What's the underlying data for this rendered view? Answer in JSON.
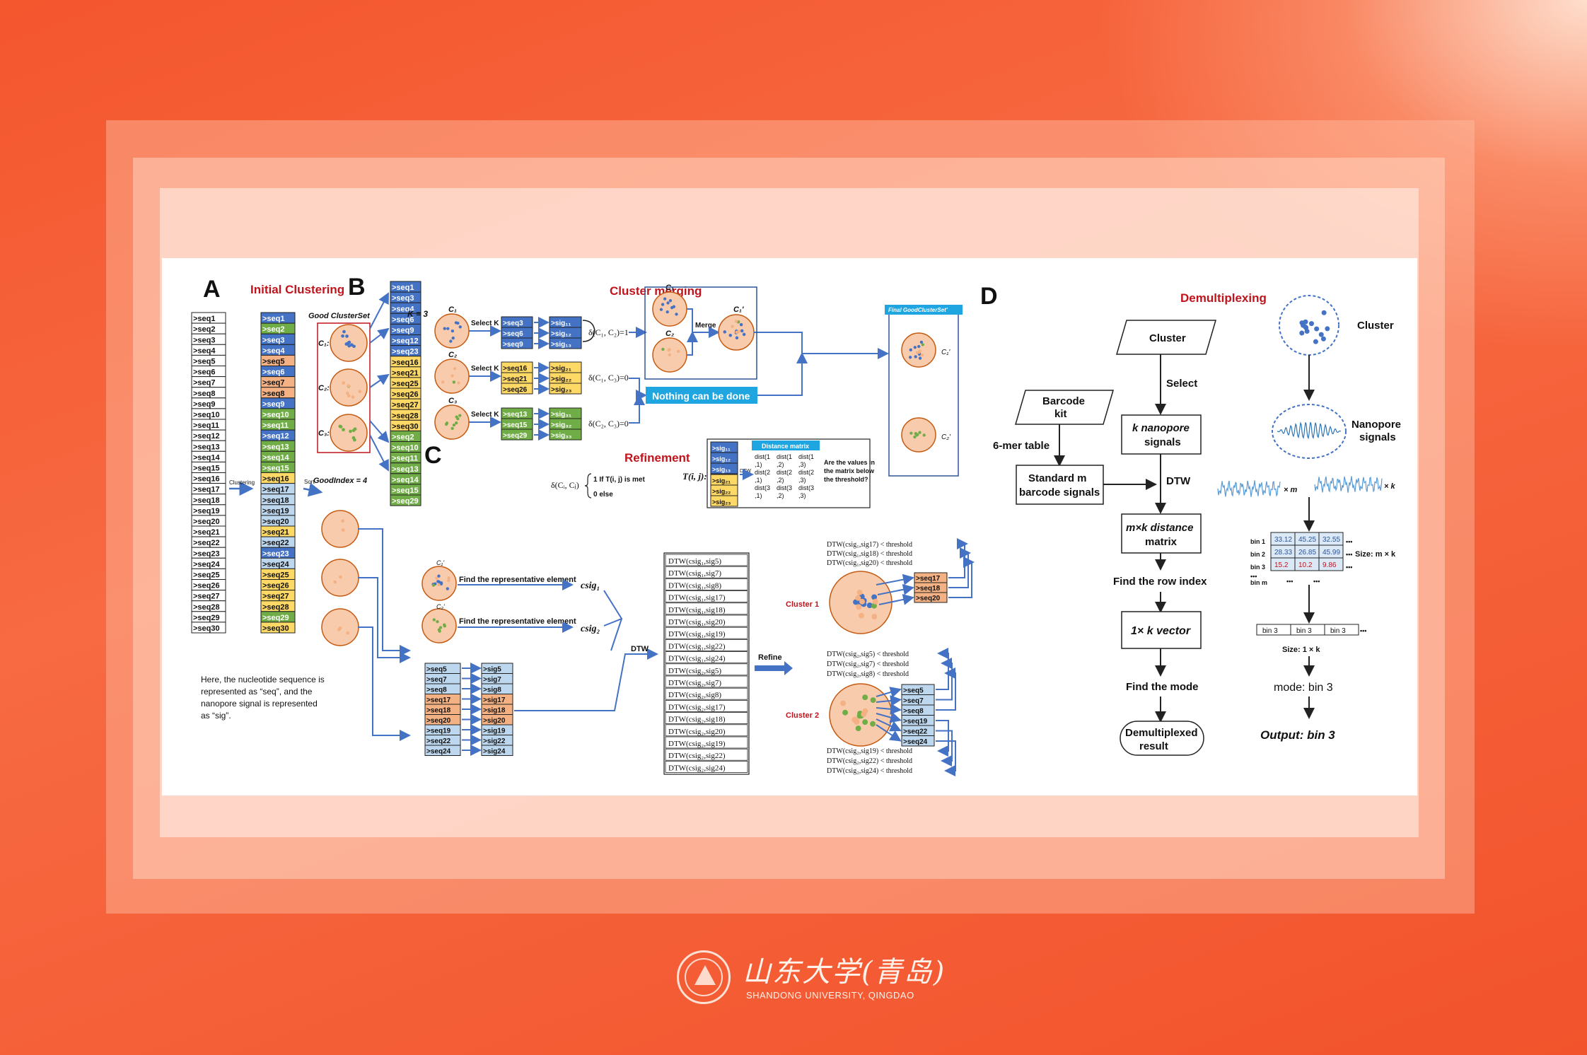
{
  "panels": {
    "a": {
      "letter": "A",
      "title": "Initial Clustering",
      "good_cluster_set": "Good ClusterSet",
      "good_index": "GoodIndex = 4",
      "arrow_clustering": "Clustering",
      "arrow_sort": "Sort",
      "c1": "C₁:",
      "c2": "C₂:",
      "c3": "C₃:",
      "note": [
        "Here, the nucleotide sequence is",
        "represented as “seq”, and the",
        "nanopore signal is represented",
        "as “sig”."
      ]
    },
    "b": {
      "letter": "B",
      "title": "Cluster merging",
      "k_eq": "K = 3",
      "select_k": "Select K",
      "merge": "Merge",
      "nothing": "Nothing can be done",
      "delta12": "δ(C₁, C₂)=1",
      "delta13": "δ(C₁, C₃)=0",
      "delta23": "δ(C₂, C₃)=0",
      "delta_def": "δ(Cᵢ, Cⱼ)",
      "cond_met": "1   If T(i, j) is met",
      "cond_else": "0   else",
      "t_ij": "T(i, j):",
      "dtw": "DTW",
      "distance_matrix": "Distance matrix",
      "question": [
        "Are the values in",
        "the matrix below",
        "the threshold?"
      ],
      "final_set": "Final GoodClusterSet'",
      "c1": "C₁",
      "c2": "C₂",
      "c3": "C₃",
      "c1p": "C₁'",
      "c1pp": "C₁'",
      "c2pp": "C₂'",
      "sigs_c1": [
        ">sig₁₁",
        ">sig₁₂",
        ">sig₁₃"
      ],
      "sigs_c2": [
        ">sig₂₁",
        ">sig₂₂",
        ">sig₂₃"
      ],
      "sigs_c3": [
        ">sig₃₁",
        ">sig₃₂",
        ">sig₃₃"
      ],
      "seqs_c1": [
        ">seq3",
        ">seq6",
        ">seq9"
      ],
      "seqs_c2": [
        ">seq16",
        ">seq21",
        ">seq26"
      ],
      "seqs_c3": [
        ">seq13",
        ">seq15",
        ">seq29"
      ],
      "matrix": [
        [
          "dist(1",
          "dist(1",
          "dist(1"
        ],
        [
          ",1)",
          ",2)",
          ",3)"
        ],
        [
          "dist(2",
          "dist(2",
          "dist(2"
        ],
        [
          ",1)",
          ",2)",
          ",3)"
        ],
        [
          "dist(3",
          "dist(3",
          "dist(3"
        ],
        [
          ",1)",
          ",2)",
          ",3)"
        ]
      ]
    },
    "c": {
      "letter": "C",
      "title": "Refinement",
      "find_rep": "Find the representative element",
      "csig1": "csig₁",
      "csig2": "csig₂",
      "dtw": "DTW",
      "refine": "Refine",
      "cluster1": "Cluster 1",
      "cluster2": "Cluster 2",
      "c1p": "C₁'",
      "c2p": "C₂'",
      "seq_col": [
        ">seq5",
        ">seq7",
        ">seq8",
        ">seq17",
        ">seq18",
        ">seq20",
        ">seq19",
        ">seq22",
        ">seq24"
      ],
      "sig_col": [
        ">sig5",
        ">sig7",
        ">sig8",
        ">sig17",
        ">sig18",
        ">sig20",
        ">sig19",
        ">sig22",
        ">sig24"
      ],
      "dtw_list": [
        "DTW(csig₁,sig5)",
        "DTW(csig₁,sig7)",
        "DTW(csig₁,sig8)",
        "DTW(csig₁,sig17)",
        "DTW(csig₁,sig18)",
        "DTW(csig₁,sig20)",
        "DTW(csig₁,sig19)",
        "DTW(csig₁,sig22)",
        "DTW(csig₁,sig24)",
        "DTW(csig₂,sig5)",
        "DTW(csig₂,sig7)",
        "DTW(csig₂,sig8)",
        "DTW(csig₂,sig17)",
        "DTW(csig₂,sig18)",
        "DTW(csig₂,sig20)",
        "DTW(csig₂,sig19)",
        "DTW(csig₂,sig22)",
        "DTW(csig₂,sig24)"
      ],
      "thr1": [
        "DTW(csig₁,sig17) < threshold",
        "DTW(csig₁,sig18) < threshold",
        "DTW(csig₁,sig20) < threshold"
      ],
      "thr2_top": [
        "DTW(csig₂,sig5) < threshold",
        "DTW(csig₂,sig7) < threshold",
        "DTW(csig₂,sig8) < threshold"
      ],
      "thr2_bot": [
        "DTW(csig₂,sig19) < threshold",
        "DTW(csig₂,sig22) < threshold",
        "DTW(csig₂,sig24) < threshold"
      ],
      "cl1_seqs": [
        ">seq17",
        ">seq18",
        ">seq20"
      ],
      "cl2_seqs": [
        ">seq5",
        ">seq7",
        ">seq8",
        ">seq19",
        ">seq22",
        ">seq24"
      ]
    },
    "d": {
      "letter": "D",
      "title": "Demultiplexing",
      "cluster": "Cluster",
      "select": "Select",
      "barcode_kit": [
        "Barcode",
        "kit"
      ],
      "six_mer": "6-mer table",
      "standard": [
        "Standard m",
        "barcode signals"
      ],
      "k_nano": [
        "k nanopore",
        "signals"
      ],
      "dtw": "DTW",
      "mk": [
        "m×k distance",
        "matrix"
      ],
      "row_index": "Find the row index",
      "vector": "1× k vector",
      "mode_find": "Find the mode",
      "result": [
        "Demultiplexed",
        "result"
      ],
      "cluster_right": "Cluster",
      "nanopore_signals": [
        "Nanopore",
        "signals"
      ],
      "times_m": "× m",
      "times_k": "× k",
      "bins": [
        "bin 1",
        "bin 2",
        "bin 3",
        "bin m"
      ],
      "size_mk": "Size: m × k",
      "size_1k": "Size: 1 × k",
      "matrix_vals": [
        [
          "33.12",
          "45.25",
          "32.55"
        ],
        [
          "28.33",
          "26.85",
          "45.99"
        ],
        [
          "15.2",
          "10.2",
          "9.86"
        ]
      ],
      "vector_cells": [
        "bin 3",
        "bin 3",
        "bin 3"
      ],
      "mode": "mode: bin 3",
      "output": "Output: bin 3",
      "dots": "•••"
    }
  },
  "seq_list": [
    ">seq1",
    ">seq2",
    ">seq3",
    ">seq4",
    ">seq5",
    ">seq6",
    ">seq7",
    ">seq8",
    ">seq9",
    ">seq10",
    ">seq11",
    ">seq12",
    ">seq13",
    ">seq14",
    ">seq15",
    ">seq16",
    ">seq17",
    ">seq18",
    ">seq19",
    ">seq20",
    ">seq21",
    ">seq22",
    ">seq23",
    ">seq24",
    ">seq25",
    ">seq26",
    ">seq27",
    ">seq28",
    ">seq29",
    ">seq30"
  ],
  "sorted_list": [
    ">seq1",
    ">seq3",
    ">seq4",
    ">seq6",
    ">seq9",
    ">seq12",
    ">seq23",
    ">seq16",
    ">seq21",
    ">seq25",
    ">seq26",
    ">seq27",
    ">seq28",
    ">seq30",
    ">seq2",
    ">seq10",
    ">seq11",
    ">seq13",
    ">seq14",
    ">seq15",
    ">seq29"
  ],
  "logo": {
    "cn": "山东大学(青岛)",
    "en": "SHANDONG UNIVERSITY, QINGDAO"
  },
  "colors": {
    "blue": "#4472c4",
    "green": "#70ad47",
    "orange": "#f4b183",
    "yellow": "#ffd966",
    "lightblue": "#bdd7ee",
    "red": "#c0141c",
    "cyan": "#1fa6e0"
  }
}
